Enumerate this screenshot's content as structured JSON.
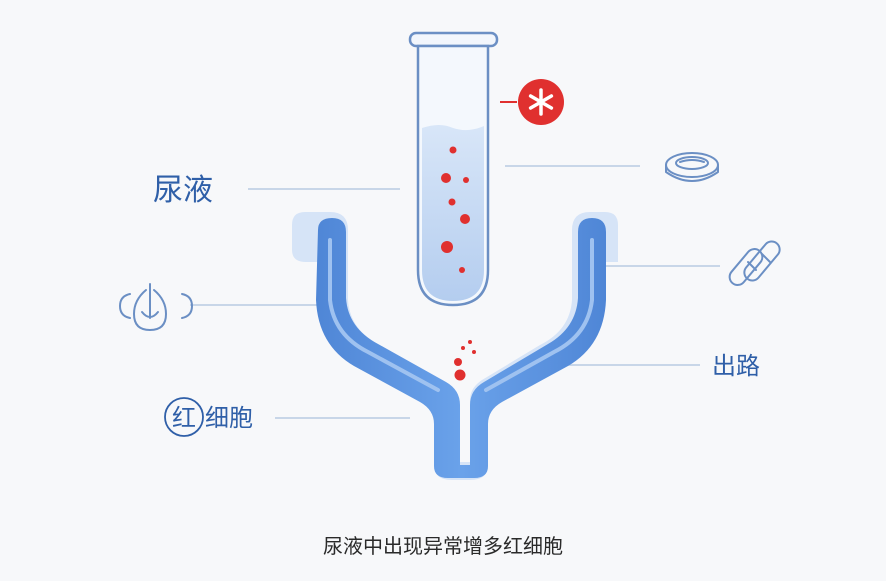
{
  "labels": {
    "urine": "尿液",
    "exit": "出路",
    "rbc_prefix": "红",
    "rbc_suffix": "细胞"
  },
  "caption": "尿液中出现异常增多红细胞",
  "colors": {
    "funnel_blue": "#5b93e0",
    "funnel_light": "#c9dcf5",
    "blood_red": "#e0302f",
    "tube_liquid": "#c5d9f3",
    "label_blue": "#2f5fa8"
  },
  "icons": [
    "asterisk-alert-icon",
    "cell-disc-icon",
    "bandage-icon",
    "kidney-drop-icon",
    "rbc-circle-icon"
  ]
}
